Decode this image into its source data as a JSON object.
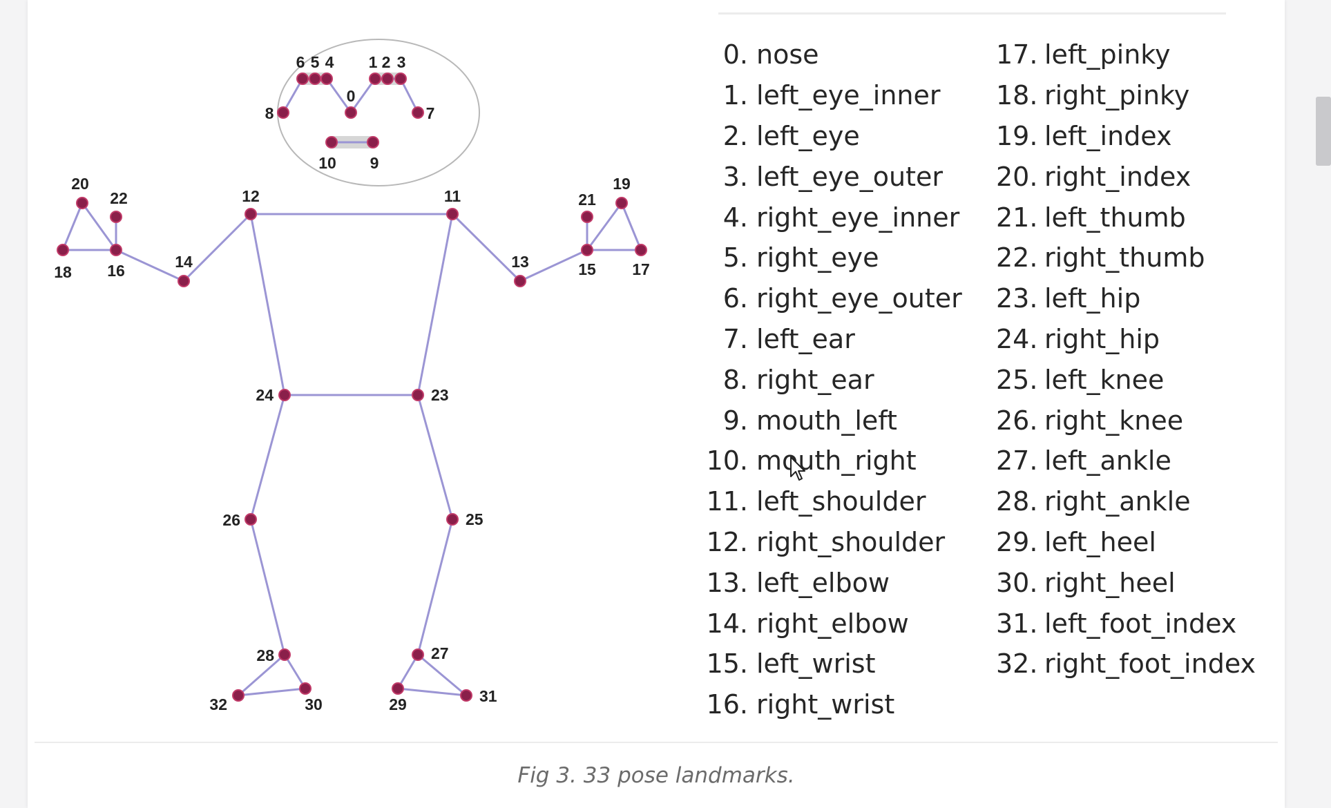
{
  "diagram": {
    "landmarks": [
      {
        "id": "0",
        "name": "nose"
      },
      {
        "id": "1",
        "name": "left_eye_inner"
      },
      {
        "id": "2",
        "name": "left_eye"
      },
      {
        "id": "3",
        "name": "left_eye_outer"
      },
      {
        "id": "4",
        "name": "right_eye_inner"
      },
      {
        "id": "5",
        "name": "right_eye"
      },
      {
        "id": "6",
        "name": "right_eye_outer"
      },
      {
        "id": "7",
        "name": "left_ear"
      },
      {
        "id": "8",
        "name": "right_ear"
      },
      {
        "id": "9",
        "name": "mouth_left"
      },
      {
        "id": "10",
        "name": "mouth_right"
      },
      {
        "id": "11",
        "name": "left_shoulder"
      },
      {
        "id": "12",
        "name": "right_shoulder"
      },
      {
        "id": "13",
        "name": "left_elbow"
      },
      {
        "id": "14",
        "name": "right_elbow"
      },
      {
        "id": "15",
        "name": "left_wrist"
      },
      {
        "id": "16",
        "name": "right_wrist"
      },
      {
        "id": "17",
        "name": "left_pinky"
      },
      {
        "id": "18",
        "name": "right_pinky"
      },
      {
        "id": "19",
        "name": "left_index"
      },
      {
        "id": "20",
        "name": "right_index"
      },
      {
        "id": "21",
        "name": "left_thumb"
      },
      {
        "id": "22",
        "name": "right_thumb"
      },
      {
        "id": "23",
        "name": "left_hip"
      },
      {
        "id": "24",
        "name": "right_hip"
      },
      {
        "id": "25",
        "name": "left_knee"
      },
      {
        "id": "26",
        "name": "right_knee"
      },
      {
        "id": "27",
        "name": "left_ankle"
      },
      {
        "id": "28",
        "name": "right_ankle"
      },
      {
        "id": "29",
        "name": "left_heel"
      },
      {
        "id": "30",
        "name": "right_heel"
      },
      {
        "id": "31",
        "name": "left_foot_index"
      },
      {
        "id": "32",
        "name": "right_foot_index"
      }
    ],
    "connections": [
      [
        "12",
        "11"
      ],
      [
        "12",
        "24"
      ],
      [
        "11",
        "23"
      ],
      [
        "24",
        "23"
      ],
      [
        "12",
        "14"
      ],
      [
        "14",
        "16"
      ],
      [
        "16",
        "18"
      ],
      [
        "16",
        "20"
      ],
      [
        "18",
        "20"
      ],
      [
        "16",
        "22"
      ],
      [
        "11",
        "13"
      ],
      [
        "13",
        "15"
      ],
      [
        "15",
        "17"
      ],
      [
        "15",
        "19"
      ],
      [
        "17",
        "19"
      ],
      [
        "15",
        "21"
      ],
      [
        "24",
        "26"
      ],
      [
        "26",
        "28"
      ],
      [
        "28",
        "32"
      ],
      [
        "28",
        "30"
      ],
      [
        "30",
        "32"
      ],
      [
        "23",
        "25"
      ],
      [
        "25",
        "27"
      ],
      [
        "27",
        "29"
      ],
      [
        "27",
        "31"
      ],
      [
        "29",
        "31"
      ],
      [
        "8",
        "6"
      ],
      [
        "6",
        "5"
      ],
      [
        "5",
        "4"
      ],
      [
        "4",
        "0"
      ],
      [
        "0",
        "1"
      ],
      [
        "1",
        "2"
      ],
      [
        "2",
        "3"
      ],
      [
        "3",
        "7"
      ],
      [
        "10",
        "9"
      ]
    ],
    "colors": {
      "joint": "#8a1f4a",
      "joint_rim": "#c13a68",
      "bone": "#9b95d4",
      "head_outline": "#b8b8b8",
      "eye_fill": "#d6d6d6"
    }
  },
  "legend": {
    "left_column": [
      {
        "num": "0.",
        "name": "nose"
      },
      {
        "num": "1.",
        "name": "left_eye_inner"
      },
      {
        "num": "2.",
        "name": "left_eye"
      },
      {
        "num": "3.",
        "name": "left_eye_outer"
      },
      {
        "num": "4.",
        "name": "right_eye_inner"
      },
      {
        "num": "5.",
        "name": "right_eye"
      },
      {
        "num": "6.",
        "name": "right_eye_outer"
      },
      {
        "num": "7.",
        "name": "left_ear"
      },
      {
        "num": "8.",
        "name": "right_ear"
      },
      {
        "num": "9.",
        "name": "mouth_left"
      },
      {
        "num": "10.",
        "name": "mouth_right"
      },
      {
        "num": "11.",
        "name": "left_shoulder"
      },
      {
        "num": "12.",
        "name": "right_shoulder"
      },
      {
        "num": "13.",
        "name": "left_elbow"
      },
      {
        "num": "14.",
        "name": "right_elbow"
      },
      {
        "num": "15.",
        "name": "left_wrist"
      },
      {
        "num": "16.",
        "name": "right_wrist"
      }
    ],
    "right_column": [
      {
        "num": "17.",
        "name": "left_pinky"
      },
      {
        "num": "18.",
        "name": "right_pinky"
      },
      {
        "num": "19.",
        "name": "left_index"
      },
      {
        "num": "20.",
        "name": "right_index"
      },
      {
        "num": "21.",
        "name": "left_thumb"
      },
      {
        "num": "22.",
        "name": "right_thumb"
      },
      {
        "num": "23.",
        "name": "left_hip"
      },
      {
        "num": "24.",
        "name": "right_hip"
      },
      {
        "num": "25.",
        "name": "left_knee"
      },
      {
        "num": "26.",
        "name": "right_knee"
      },
      {
        "num": "27.",
        "name": "left_ankle"
      },
      {
        "num": "28.",
        "name": "right_ankle"
      },
      {
        "num": "29.",
        "name": "left_heel"
      },
      {
        "num": "30.",
        "name": "right_heel"
      },
      {
        "num": "31.",
        "name": "left_foot_index"
      },
      {
        "num": "32.",
        "name": "right_foot_index"
      }
    ]
  },
  "caption": "Fig 3. 33 pose landmarks."
}
